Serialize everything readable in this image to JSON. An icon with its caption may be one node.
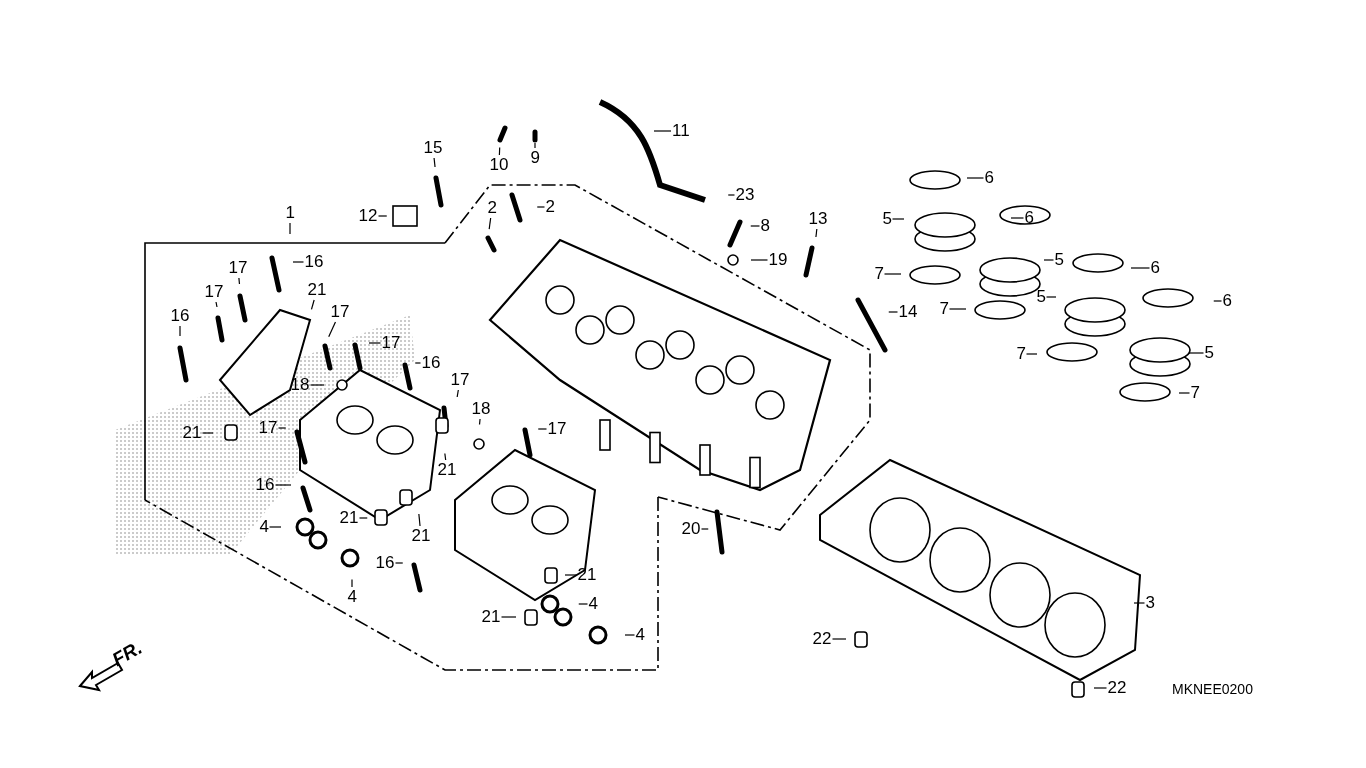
{
  "diagram": {
    "nodes": [
      {
        "text": [
          "11"
        ]
      },
      {
        "text": [
          "9"
        ]
      },
      {
        "text": [
          "15"
        ]
      },
      {
        "text": [
          "10"
        ]
      },
      {
        "text": [
          "6"
        ]
      },
      {
        "text": [
          "23"
        ]
      },
      {
        "text": [
          "2"
        ]
      },
      {
        "text": [
          "2"
        ]
      },
      {
        "text": [
          "1"
        ]
      },
      {
        "text": [
          "12"
        ]
      },
      {
        "text": [
          "13"
        ]
      },
      {
        "text": [
          "5"
        ]
      },
      {
        "text": [
          "6"
        ]
      },
      {
        "text": [
          "8"
        ]
      },
      {
        "text": [
          "19"
        ]
      },
      {
        "text": [
          "5"
        ]
      },
      {
        "text": [
          "16"
        ]
      },
      {
        "text": [
          "6"
        ]
      },
      {
        "text": [
          "17"
        ]
      },
      {
        "text": [
          "7"
        ]
      },
      {
        "text": [
          "21"
        ]
      },
      {
        "text": [
          "17"
        ]
      },
      {
        "text": [
          "5"
        ]
      },
      {
        "text": [
          "6"
        ]
      },
      {
        "text": [
          "7"
        ]
      },
      {
        "text": [
          "14"
        ]
      },
      {
        "text": [
          "17"
        ]
      },
      {
        "text": [
          "16"
        ]
      },
      {
        "text": [
          "17"
        ]
      },
      {
        "text": [
          "5"
        ]
      },
      {
        "text": [
          "7"
        ]
      },
      {
        "text": [
          "16"
        ]
      },
      {
        "text": [
          "17"
        ]
      },
      {
        "text": [
          "18"
        ]
      },
      {
        "text": [
          "7"
        ]
      },
      {
        "text": [
          "18"
        ]
      },
      {
        "text": [
          "17"
        ]
      },
      {
        "text": [
          "17"
        ]
      },
      {
        "text": [
          "21"
        ]
      },
      {
        "text": [
          "21"
        ]
      },
      {
        "text": [
          "16"
        ]
      },
      {
        "text": [
          "21"
        ]
      },
      {
        "text": [
          "4"
        ]
      },
      {
        "text": [
          "20"
        ]
      },
      {
        "text": [
          "21"
        ]
      },
      {
        "text": [
          "16"
        ]
      },
      {
        "text": [
          "21"
        ]
      },
      {
        "text": [
          "4"
        ]
      },
      {
        "text": [
          "3"
        ]
      },
      {
        "text": [
          "4"
        ]
      },
      {
        "text": [
          "21"
        ]
      },
      {
        "text": [
          "4"
        ]
      },
      {
        "text": [
          "22"
        ]
      },
      {
        "text": [
          "22"
        ]
      }
    ],
    "edges": [
      {
        "from": 0,
        "to": null,
        "arrow": "none"
      },
      {
        "from": 1,
        "to": null,
        "arrow": "none"
      },
      {
        "from": 2,
        "to": null,
        "arrow": "none"
      },
      {
        "from": 3,
        "to": null,
        "arrow": "none"
      },
      {
        "from": 4,
        "to": null,
        "arrow": "none"
      },
      {
        "from": 5,
        "to": null,
        "arrow": "none"
      },
      {
        "from": 6,
        "to": null,
        "arrow": "none"
      },
      {
        "from": 7,
        "to": null,
        "arrow": "none"
      },
      {
        "from": 8,
        "to": null,
        "arrow": "none"
      },
      {
        "from": 9,
        "to": null,
        "arrow": "none"
      },
      {
        "from": 10,
        "to": null,
        "arrow": "none"
      },
      {
        "from": 11,
        "to": null,
        "arrow": "none"
      },
      {
        "from": 12,
        "to": null,
        "arrow": "none"
      },
      {
        "from": 13,
        "to": null,
        "arrow": "none"
      },
      {
        "from": 14,
        "to": null,
        "arrow": "none"
      },
      {
        "from": 15,
        "to": null,
        "arrow": "none"
      },
      {
        "from": 16,
        "to": null,
        "arrow": "none"
      },
      {
        "from": 17,
        "to": null,
        "arrow": "none"
      },
      {
        "from": 18,
        "to": null,
        "arrow": "none"
      },
      {
        "from": 19,
        "to": null,
        "arrow": "none"
      },
      {
        "from": 20,
        "to": null,
        "arrow": "none"
      },
      {
        "from": 21,
        "to": null,
        "arrow": "none"
      },
      {
        "from": 22,
        "to": null,
        "arrow": "none"
      },
      {
        "from": 23,
        "to": null,
        "arrow": "none"
      },
      {
        "from": 24,
        "to": null,
        "arrow": "none"
      },
      {
        "from": 25,
        "to": null,
        "arrow": "none"
      },
      {
        "from": 26,
        "to": null,
        "arrow": "none"
      },
      {
        "from": 27,
        "to": null,
        "arrow": "none"
      },
      {
        "from": 28,
        "to": null,
        "arrow": "none"
      },
      {
        "from": 29,
        "to": null,
        "arrow": "none"
      },
      {
        "from": 30,
        "to": null,
        "arrow": "none"
      },
      {
        "from": 31,
        "to": null,
        "arrow": "none"
      },
      {
        "from": 32,
        "to": null,
        "arrow": "none"
      },
      {
        "from": 33,
        "to": null,
        "arrow": "none"
      },
      {
        "from": 34,
        "to": null,
        "arrow": "none"
      },
      {
        "from": 35,
        "to": null,
        "arrow": "none"
      },
      {
        "from": 36,
        "to": null,
        "arrow": "none"
      },
      {
        "from": 37,
        "to": null,
        "arrow": "none"
      },
      {
        "from": 38,
        "to": null,
        "arrow": "none"
      },
      {
        "from": 39,
        "to": null,
        "arrow": "none"
      },
      {
        "from": 40,
        "to": null,
        "arrow": "none"
      },
      {
        "from": 41,
        "to": null,
        "arrow": "none"
      },
      {
        "from": 42,
        "to": null,
        "arrow": "none"
      },
      {
        "from": 43,
        "to": null,
        "arrow": "none"
      },
      {
        "from": 44,
        "to": null,
        "arrow": "none"
      },
      {
        "from": 45,
        "to": null,
        "arrow": "none"
      },
      {
        "from": 46,
        "to": null,
        "arrow": "none"
      },
      {
        "from": 47,
        "to": null,
        "arrow": "none"
      },
      {
        "from": 48,
        "to": null,
        "arrow": "none"
      },
      {
        "from": 49,
        "to": null,
        "arrow": "none"
      },
      {
        "from": 50,
        "to": null,
        "arrow": "none"
      },
      {
        "from": 51,
        "to": null,
        "arrow": "none"
      },
      {
        "from": 52,
        "to": null,
        "arrow": "none"
      },
      {
        "from": 53,
        "to": null,
        "arrow": "none"
      }
    ],
    "labels": [
      "FR.",
      "MKNEE0200"
    ]
  }
}
